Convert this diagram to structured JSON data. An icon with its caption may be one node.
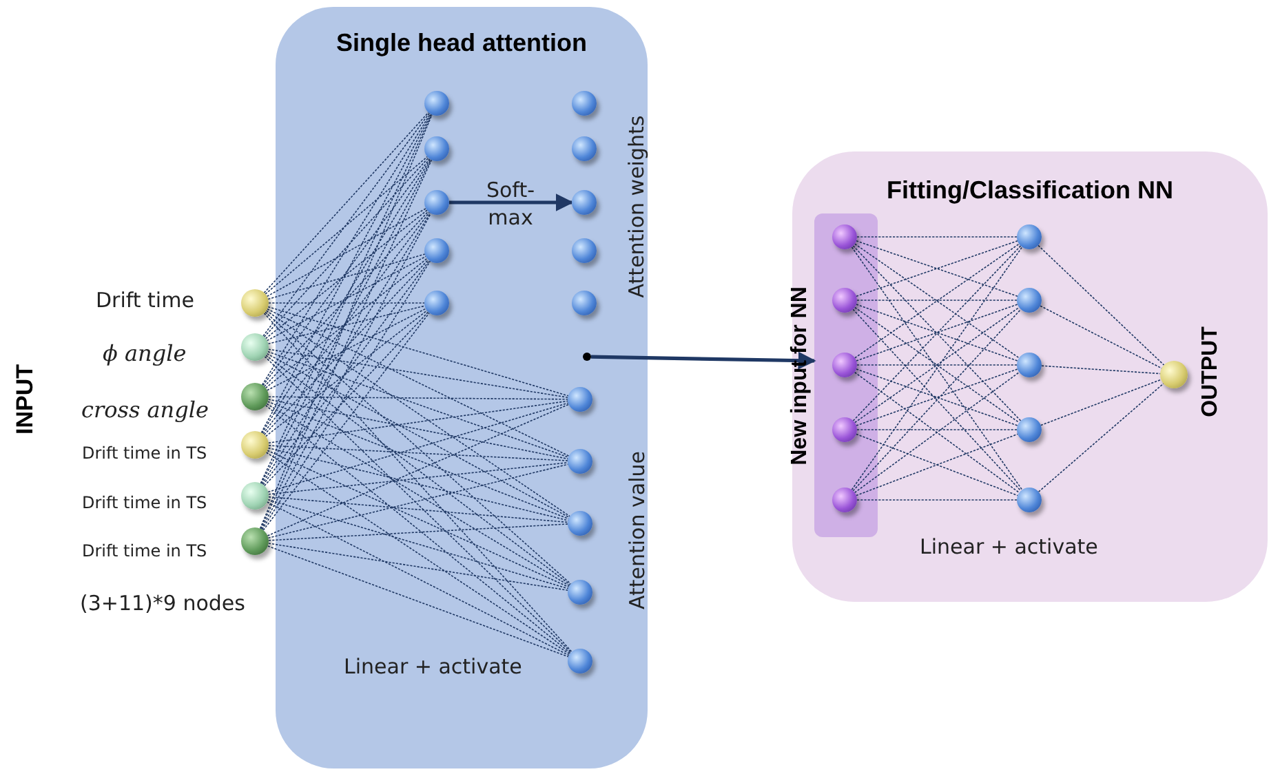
{
  "diagram": {
    "nodes": [
      {
        "text": [
          "Single head attention"
        ]
      },
      {
        "text": [],
        "shape": "circle",
        "beside": [
          "Drift time"
        ]
      },
      {
        "text": [],
        "shape": "circle",
        "beside": [
          "ϕ angle"
        ]
      },
      {
        "text": [],
        "shape": "circle",
        "beside": [
          "cross angle"
        ]
      },
      {
        "text": [],
        "shape": "circle",
        "beside": [
          "Drift time in TS"
        ]
      },
      {
        "text": [],
        "shape": "circle",
        "beside": [
          "Drift time in TS"
        ]
      },
      {
        "text": [],
        "shape": "circle",
        "beside": [
          "Drift time in TS"
        ]
      },
      {
        "text": [],
        "shape": "circle",
        "in": 0
      },
      {
        "text": [],
        "shape": "circle",
        "in": 0
      },
      {
        "text": [],
        "shape": "circle",
        "in": 0
      },
      {
        "text": [],
        "shape": "circle",
        "in": 0
      },
      {
        "text": [],
        "shape": "circle",
        "in": 0
      },
      {
        "text": [],
        "shape": "circle",
        "in": 0
      },
      {
        "text": [],
        "shape": "circle",
        "in": 0
      },
      {
        "text": [],
        "shape": "circle",
        "in": 0
      },
      {
        "text": [],
        "shape": "circle",
        "in": 0
      },
      {
        "text": [],
        "shape": "circle",
        "in": 0
      },
      {
        "text": [],
        "shape": "circle",
        "in": 0
      },
      {
        "text": [],
        "shape": "circle",
        "in": 0
      },
      {
        "text": [],
        "shape": "circle",
        "in": 0
      },
      {
        "text": [],
        "shape": "circle",
        "in": 0
      },
      {
        "text": [],
        "shape": "circle",
        "in": 0
      },
      {
        "text": [],
        "shape": "circle",
        "in": 0
      },
      {
        "text": [
          "Fitting/Classification NN"
        ]
      },
      {
        "text": [],
        "shape": "bar",
        "in": 23,
        "beside": [
          "New input for NN"
        ]
      },
      {
        "text": [],
        "shape": "circle",
        "in": 24
      },
      {
        "text": [],
        "shape": "circle",
        "in": 24
      },
      {
        "text": [],
        "shape": "circle",
        "in": 24
      },
      {
        "text": [],
        "shape": "circle",
        "in": 24
      },
      {
        "text": [],
        "shape": "circle",
        "in": 24
      },
      {
        "text": [],
        "shape": "circle",
        "in": 23
      },
      {
        "text": [],
        "shape": "circle",
        "in": 23
      },
      {
        "text": [],
        "shape": "circle",
        "in": 23
      },
      {
        "text": [],
        "shape": "circle",
        "in": 23
      },
      {
        "text": [],
        "shape": "circle",
        "in": 23
      },
      {
        "text": [],
        "shape": "circle",
        "in": 23,
        "beside": [
          "OUTPUT"
        ]
      }
    ],
    "edges": [
      {
        "from": 1,
        "to": 7,
        "arrow": "none",
        "style": "dashed"
      },
      {
        "from": 1,
        "to": 8,
        "arrow": "none",
        "style": "dashed"
      },
      {
        "from": 1,
        "to": 9,
        "arrow": "none",
        "style": "dashed"
      },
      {
        "from": 1,
        "to": 10,
        "arrow": "none",
        "style": "dashed"
      },
      {
        "from": 1,
        "to": 11,
        "arrow": "none",
        "style": "dashed"
      },
      {
        "from": 1,
        "to": 18,
        "arrow": "none",
        "style": "dashed"
      },
      {
        "from": 1,
        "to": 19,
        "arrow": "none",
        "style": "dashed"
      },
      {
        "from": 1,
        "to": 20,
        "arrow": "none",
        "style": "dashed"
      },
      {
        "from": 1,
        "to": 21,
        "arrow": "none",
        "style": "dashed"
      },
      {
        "from": 1,
        "to": 22,
        "arrow": "none",
        "style": "dashed"
      },
      {
        "from": 2,
        "to": 7,
        "arrow": "none",
        "style": "dashed"
      },
      {
        "from": 2,
        "to": 8,
        "arrow": "none",
        "style": "dashed"
      },
      {
        "from": 2,
        "to": 9,
        "arrow": "none",
        "style": "dashed"
      },
      {
        "from": 2,
        "to": 10,
        "arrow": "none",
        "style": "dashed"
      },
      {
        "from": 2,
        "to": 11,
        "arrow": "none",
        "style": "dashed"
      },
      {
        "from": 2,
        "to": 18,
        "arrow": "none",
        "style": "dashed"
      },
      {
        "from": 2,
        "to": 19,
        "arrow": "none",
        "style": "dashed"
      },
      {
        "from": 2,
        "to": 20,
        "arrow": "none",
        "style": "dashed"
      },
      {
        "from": 2,
        "to": 21,
        "arrow": "none",
        "style": "dashed"
      },
      {
        "from": 2,
        "to": 22,
        "arrow": "none",
        "style": "dashed"
      },
      {
        "from": 3,
        "to": 7,
        "arrow": "none",
        "style": "dashed"
      },
      {
        "from": 3,
        "to": 8,
        "arrow": "none",
        "style": "dashed"
      },
      {
        "from": 3,
        "to": 9,
        "arrow": "none",
        "style": "dashed"
      },
      {
        "from": 3,
        "to": 10,
        "arrow": "none",
        "style": "dashed"
      },
      {
        "from": 3,
        "to": 11,
        "arrow": "none",
        "style": "dashed"
      },
      {
        "from": 3,
        "to": 18,
        "arrow": "none",
        "style": "dashed"
      },
      {
        "from": 3,
        "to": 19,
        "arrow": "none",
        "style": "dashed"
      },
      {
        "from": 3,
        "to": 20,
        "arrow": "none",
        "style": "dashed"
      },
      {
        "from": 3,
        "to": 21,
        "arrow": "none",
        "style": "dashed"
      },
      {
        "from": 3,
        "to": 22,
        "arrow": "none",
        "style": "dashed"
      },
      {
        "from": 4,
        "to": 7,
        "arrow": "none",
        "style": "dashed"
      },
      {
        "from": 4,
        "to": 8,
        "arrow": "none",
        "style": "dashed"
      },
      {
        "from": 4,
        "to": 9,
        "arrow": "none",
        "style": "dashed"
      },
      {
        "from": 4,
        "to": 10,
        "arrow": "none",
        "style": "dashed"
      },
      {
        "from": 4,
        "to": 11,
        "arrow": "none",
        "style": "dashed"
      },
      {
        "from": 4,
        "to": 18,
        "arrow": "none",
        "style": "dashed"
      },
      {
        "from": 4,
        "to": 19,
        "arrow": "none",
        "style": "dashed"
      },
      {
        "from": 4,
        "to": 20,
        "arrow": "none",
        "style": "dashed"
      },
      {
        "from": 4,
        "to": 21,
        "arrow": "none",
        "style": "dashed"
      },
      {
        "from": 4,
        "to": 22,
        "arrow": "none",
        "style": "dashed"
      },
      {
        "from": 5,
        "to": 7,
        "arrow": "none",
        "style": "dashed"
      },
      {
        "from": 5,
        "to": 8,
        "arrow": "none",
        "style": "dashed"
      },
      {
        "from": 5,
        "to": 9,
        "arrow": "none",
        "style": "dashed"
      },
      {
        "from": 5,
        "to": 10,
        "arrow": "none",
        "style": "dashed"
      },
      {
        "from": 5,
        "to": 11,
        "arrow": "none",
        "style": "dashed"
      },
      {
        "from": 5,
        "to": 18,
        "arrow": "none",
        "style": "dashed"
      },
      {
        "from": 5,
        "to": 19,
        "arrow": "none",
        "style": "dashed"
      },
      {
        "from": 5,
        "to": 20,
        "arrow": "none",
        "style": "dashed"
      },
      {
        "from": 5,
        "to": 21,
        "arrow": "none",
        "style": "dashed"
      },
      {
        "from": 5,
        "to": 22,
        "arrow": "none",
        "style": "dashed"
      },
      {
        "from": 6,
        "to": 7,
        "arrow": "none",
        "style": "dashed"
      },
      {
        "from": 6,
        "to": 8,
        "arrow": "none",
        "style": "dashed"
      },
      {
        "from": 6,
        "to": 9,
        "arrow": "none",
        "style": "dashed"
      },
      {
        "from": 6,
        "to": 10,
        "arrow": "none",
        "style": "dashed"
      },
      {
        "from": 6,
        "to": 11,
        "arrow": "none",
        "style": "dashed"
      },
      {
        "from": 6,
        "to": 18,
        "arrow": "none",
        "style": "dashed"
      },
      {
        "from": 6,
        "to": 19,
        "arrow": "none",
        "style": "dashed"
      },
      {
        "from": 6,
        "to": 20,
        "arrow": "none",
        "style": "dashed"
      },
      {
        "from": 6,
        "to": 21,
        "arrow": "none",
        "style": "dashed"
      },
      {
        "from": 6,
        "to": 22,
        "arrow": "none",
        "style": "dashed"
      },
      {
        "from": 9,
        "to": 14,
        "arrow": "to",
        "label": "Soft- max",
        "style": "thick"
      },
      {
        "from": 17,
        "to": 24,
        "arrow": "to",
        "style": "thick"
      },
      {
        "from": 25,
        "to": 30,
        "arrow": "none",
        "style": "dashed"
      },
      {
        "from": 25,
        "to": 31,
        "arrow": "none",
        "style": "dashed"
      },
      {
        "from": 25,
        "to": 32,
        "arrow": "none",
        "style": "dashed"
      },
      {
        "from": 25,
        "to": 33,
        "arrow": "none",
        "style": "dashed"
      },
      {
        "from": 25,
        "to": 34,
        "arrow": "none",
        "style": "dashed"
      },
      {
        "from": 26,
        "to": 30,
        "arrow": "none",
        "style": "dashed"
      },
      {
        "from": 26,
        "to": 31,
        "arrow": "none",
        "style": "dashed"
      },
      {
        "from": 26,
        "to": 32,
        "arrow": "none",
        "style": "dashed"
      },
      {
        "from": 26,
        "to": 33,
        "arrow": "none",
        "style": "dashed"
      },
      {
        "from": 26,
        "to": 34,
        "arrow": "none",
        "style": "dashed"
      },
      {
        "from": 27,
        "to": 30,
        "arrow": "none",
        "style": "dashed"
      },
      {
        "from": 27,
        "to": 31,
        "arrow": "none",
        "style": "dashed"
      },
      {
        "from": 27,
        "to": 32,
        "arrow": "none",
        "style": "dashed"
      },
      {
        "from": 27,
        "to": 33,
        "arrow": "none",
        "style": "dashed"
      },
      {
        "from": 27,
        "to": 34,
        "arrow": "none",
        "style": "dashed"
      },
      {
        "from": 28,
        "to": 30,
        "arrow": "none",
        "style": "dashed"
      },
      {
        "from": 28,
        "to": 31,
        "arrow": "none",
        "style": "dashed"
      },
      {
        "from": 28,
        "to": 32,
        "arrow": "none",
        "style": "dashed"
      },
      {
        "from": 28,
        "to": 33,
        "arrow": "none",
        "style": "dashed"
      },
      {
        "from": 28,
        "to": 34,
        "arrow": "none",
        "style": "dashed"
      },
      {
        "from": 29,
        "to": 30,
        "arrow": "none",
        "style": "dashed"
      },
      {
        "from": 29,
        "to": 31,
        "arrow": "none",
        "style": "dashed"
      },
      {
        "from": 29,
        "to": 32,
        "arrow": "none",
        "style": "dashed"
      },
      {
        "from": 29,
        "to": 33,
        "arrow": "none",
        "style": "dashed"
      },
      {
        "from": 29,
        "to": 34,
        "arrow": "none",
        "style": "dashed"
      },
      {
        "from": 30,
        "to": 35,
        "arrow": "none",
        "style": "dashed"
      },
      {
        "from": 31,
        "to": 35,
        "arrow": "none",
        "style": "dashed"
      },
      {
        "from": 32,
        "to": 35,
        "arrow": "none",
        "style": "dashed"
      },
      {
        "from": 33,
        "to": 35,
        "arrow": "none",
        "style": "dashed"
      },
      {
        "from": 34,
        "to": 35,
        "arrow": "none",
        "style": "dashed"
      }
    ],
    "labels": [
      "INPUT",
      "(3+11)*9 nodes",
      "Attention weights",
      "Attention value",
      "Linear + activate",
      "Linear + activate"
    ]
  }
}
